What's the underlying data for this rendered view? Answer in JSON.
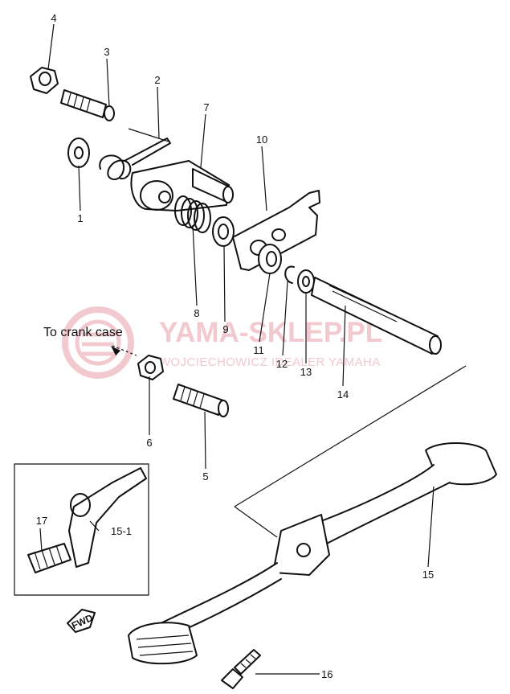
{
  "diagram": {
    "parts": [
      {
        "id": "p1",
        "number": "1"
      },
      {
        "id": "p2",
        "number": "2"
      },
      {
        "id": "p3",
        "number": "3"
      },
      {
        "id": "p4",
        "number": "4"
      },
      {
        "id": "p5",
        "number": "5"
      },
      {
        "id": "p6",
        "number": "6"
      },
      {
        "id": "p7",
        "number": "7"
      },
      {
        "id": "p8",
        "number": "8"
      },
      {
        "id": "p9",
        "number": "9"
      },
      {
        "id": "p10",
        "number": "10"
      },
      {
        "id": "p11",
        "number": "11"
      },
      {
        "id": "p12",
        "number": "12"
      },
      {
        "id": "p13",
        "number": "13"
      },
      {
        "id": "p14",
        "number": "14"
      },
      {
        "id": "p15",
        "number": "15"
      },
      {
        "id": "p15_1",
        "number": "15-1"
      },
      {
        "id": "p16",
        "number": "16"
      },
      {
        "id": "p17",
        "number": "17"
      }
    ],
    "annotation": "To crank case",
    "watermark": {
      "brand": "YAMA-SKLEP.PL",
      "tagline": "WOJCIECHOWICZ IDEALER YAMAHA"
    },
    "front_marker": "FWD"
  },
  "colors": {
    "ink": "#111111",
    "watermark": "#f2c9cf"
  }
}
